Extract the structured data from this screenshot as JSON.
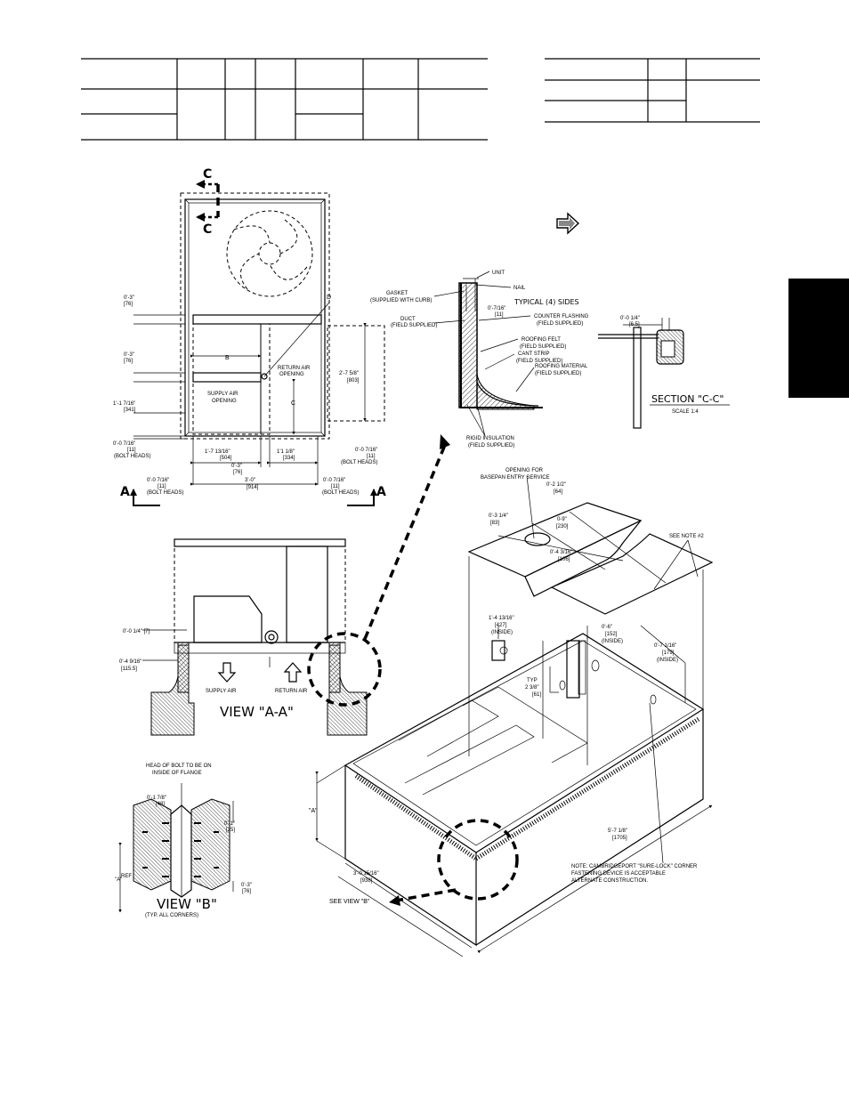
{
  "tables": {
    "left": {
      "header_cells": 7,
      "rows": 2
    },
    "right": {
      "header_cells": 3,
      "rows": 2
    }
  },
  "section_tab_color": "#000000",
  "top_view": {
    "section_marker": "C",
    "labels": {
      "d": "D",
      "b": "B",
      "c": "C",
      "return_air_1": "RETURN AIR",
      "return_air_2": "OPENING",
      "supply_air_1": "SUPPLY AIR",
      "supply_air_2": "OPENING",
      "dim_3_in": "0'-3\"",
      "dim_3_in_mm": "[76]",
      "dim_3_in_b": "0'-3\"",
      "dim_3_in_b_mm": "[76]",
      "dim_1_1_7_16": "1'-1 7/16\"",
      "dim_1_1_7_16_mm": "[341]",
      "dim_0_0_7_16_l": "0'-0 7/16\"",
      "dim_0_0_7_16_l_mm": "[11]",
      "bolt_heads_l": "(BOLT HEADS)",
      "dim_1_7_13_16": "1'-7 13/16\"",
      "dim_1_7_13_16_mm": "[504]",
      "dim_0_3_mid": "0'-3\"",
      "dim_0_3_mid_mm": "[76]",
      "dim_1_1_1_8": "1'1 1/8\"",
      "dim_1_1_1_8_mm": "[334]",
      "dim_0_0_7_16_r": "0'-0 7/16\"",
      "dim_0_0_7_16_r_mm": "[11]",
      "bolt_heads_r": "(BOLT HEADS)",
      "dim_2_7_5_8": "2'-7 5/8\"",
      "dim_2_7_5_8_mm": "[803]",
      "dim_3_0": "3'-0\"",
      "dim_3_0_mm": "[914]",
      "dim_0_0_7_16_bl": "0'-0 7/16\"",
      "dim_0_0_7_16_bl_mm": "[11]",
      "bolt_heads_bl": "(BOLT HEADS)",
      "dim_0_0_7_16_br": "0'-0 7/16\"",
      "dim_0_0_7_16_br_mm": "[11]",
      "bolt_heads_br": "(BOLT HEADS)",
      "section_a_left": "A",
      "section_a_right": "A"
    }
  },
  "flashing_detail": {
    "unit": "UNIT",
    "nail": "NAIL",
    "gasket_1": "GASKET",
    "gasket_2": "(SUPPLIED WITH CURB)",
    "typical": "TYPICAL (4) SIDES",
    "dim": "0'-7/16\"",
    "dim_mm": "[11]",
    "duct_1": "DUCT",
    "duct_2": "(FIELD SUPPLIED)",
    "counter_1": "COUNTER FLASHING",
    "counter_2": "(FIELD SUPPLIED)",
    "felt_1": "ROOFING FELT",
    "felt_2": "(FIELD SUPPLIED)",
    "cant_1": "CANT STRIP",
    "cant_2": "(FIELD SUPPLIED)",
    "material_1": "ROOFING MATERIAL",
    "material_2": "(FIELD SUPPLIED)",
    "rigid_1": "RIGID INSULATION",
    "rigid_2": "(FIELD SUPPLIED)"
  },
  "section_cc": {
    "dim": "0'-0 1/4\"",
    "dim_mm": "[6.5]",
    "title": "SECTION \"C-C\"",
    "scale": "SCALE 1:4"
  },
  "view_aa": {
    "dim1": "0'-0 1/4\" [7]",
    "dim2": "0'-4 9/16\"",
    "dim2_mm": "[115.5]",
    "supply_air": "SUPPLY AIR",
    "return_air": "RETURN AIR",
    "title": "VIEW \"A-A\""
  },
  "view_b": {
    "head_1": "HEAD OF BOLT TO BE ON",
    "head_2": "INSIDE OF FLANGE",
    "dim1": "0'-1 7/8\"",
    "dim1_mm": "[48]",
    "dim2": "0'-1\"",
    "dim2_mm": "[25]",
    "dim3": "0'-3\"",
    "dim3_mm": "[76]",
    "ref_a": "\"A\"",
    "ref": "REF",
    "title": "VIEW \"B\"",
    "subtitle": "(TYP. ALL CORNERS)"
  },
  "iso_view": {
    "opening_1": "OPENING FOR",
    "opening_2": "BASEPAN ENTRY SERVICE",
    "d1": "0'-2 1/2\"",
    "d1_mm": "[64]",
    "d2": "0'-3 1/4\"",
    "d2_mm": "[83]",
    "d3": "0-9\"",
    "d3_mm": "[230]",
    "d4": "0'-4 3/16\"",
    "d4_mm": "[106]",
    "see_note": "SEE NOTE #2",
    "d5": "1'-4 13/16\"",
    "d5_mm": "[427]",
    "d5_in": "(INSIDE)",
    "d6": "0'-6\"",
    "d6_mm": "[152]",
    "d6_in": "(INSIDE)",
    "d7": "0'-7 1/16\"",
    "d7_mm": "[179]",
    "d7_in": "(INSIDE)",
    "typ": "TYP",
    "d8": "2 3/8\"",
    "d8_mm": "[61]",
    "a_label": "\"A\"",
    "d9": "3'-0 15/16\"",
    "d9_mm": "[938]",
    "d10": "5'-7 1/8\"",
    "d10_mm": "[1705]",
    "note_1": "NOTE: CAMBRIDGEPORT \"SURE-LOCK\" CORNER",
    "note_2": "FASTENING DEVICE IS ACCEPTABLE",
    "note_3": "ALTERNATE CONSTRUCTION.",
    "see_view_b": "SEE VIEW \"B\""
  }
}
